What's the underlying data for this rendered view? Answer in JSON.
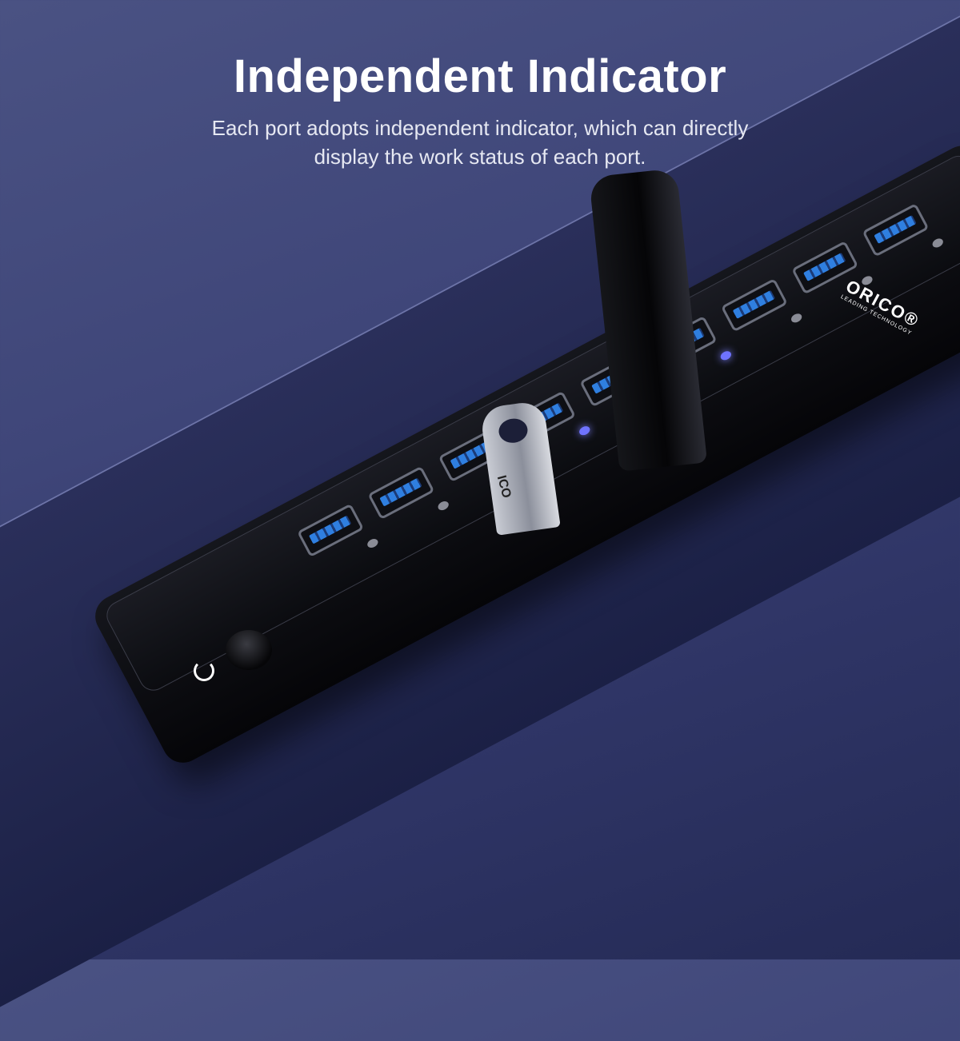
{
  "headline": "Independent Indicator",
  "subtext_line1": "Each port adopts independent indicator, which can directly",
  "subtext_line2": "display the work status of each port.",
  "brand": {
    "name": "ORICO",
    "tagline": "LEADING TECHNOLOGY",
    "registered": "®",
    "flash_drive_logo": "ICO"
  },
  "product": {
    "type": "USB 3.0 hub",
    "port_count_visible": 9,
    "indicators": [
      {
        "port": 1,
        "state": "off"
      },
      {
        "port": 2,
        "state": "off"
      },
      {
        "port": 3,
        "state": "off"
      },
      {
        "port": 4,
        "state": "on"
      },
      {
        "port": 5,
        "state": "off"
      },
      {
        "port": 6,
        "state": "on"
      },
      {
        "port": 7,
        "state": "off"
      },
      {
        "port": 8,
        "state": "off"
      },
      {
        "port": 9,
        "state": "off"
      }
    ],
    "colors": {
      "background": "#3f4679",
      "hub_body": "#0b0c10",
      "port_blue": "#2f7fe0",
      "led_on": "#6f73ff",
      "led_off": "#8a8c96"
    }
  }
}
